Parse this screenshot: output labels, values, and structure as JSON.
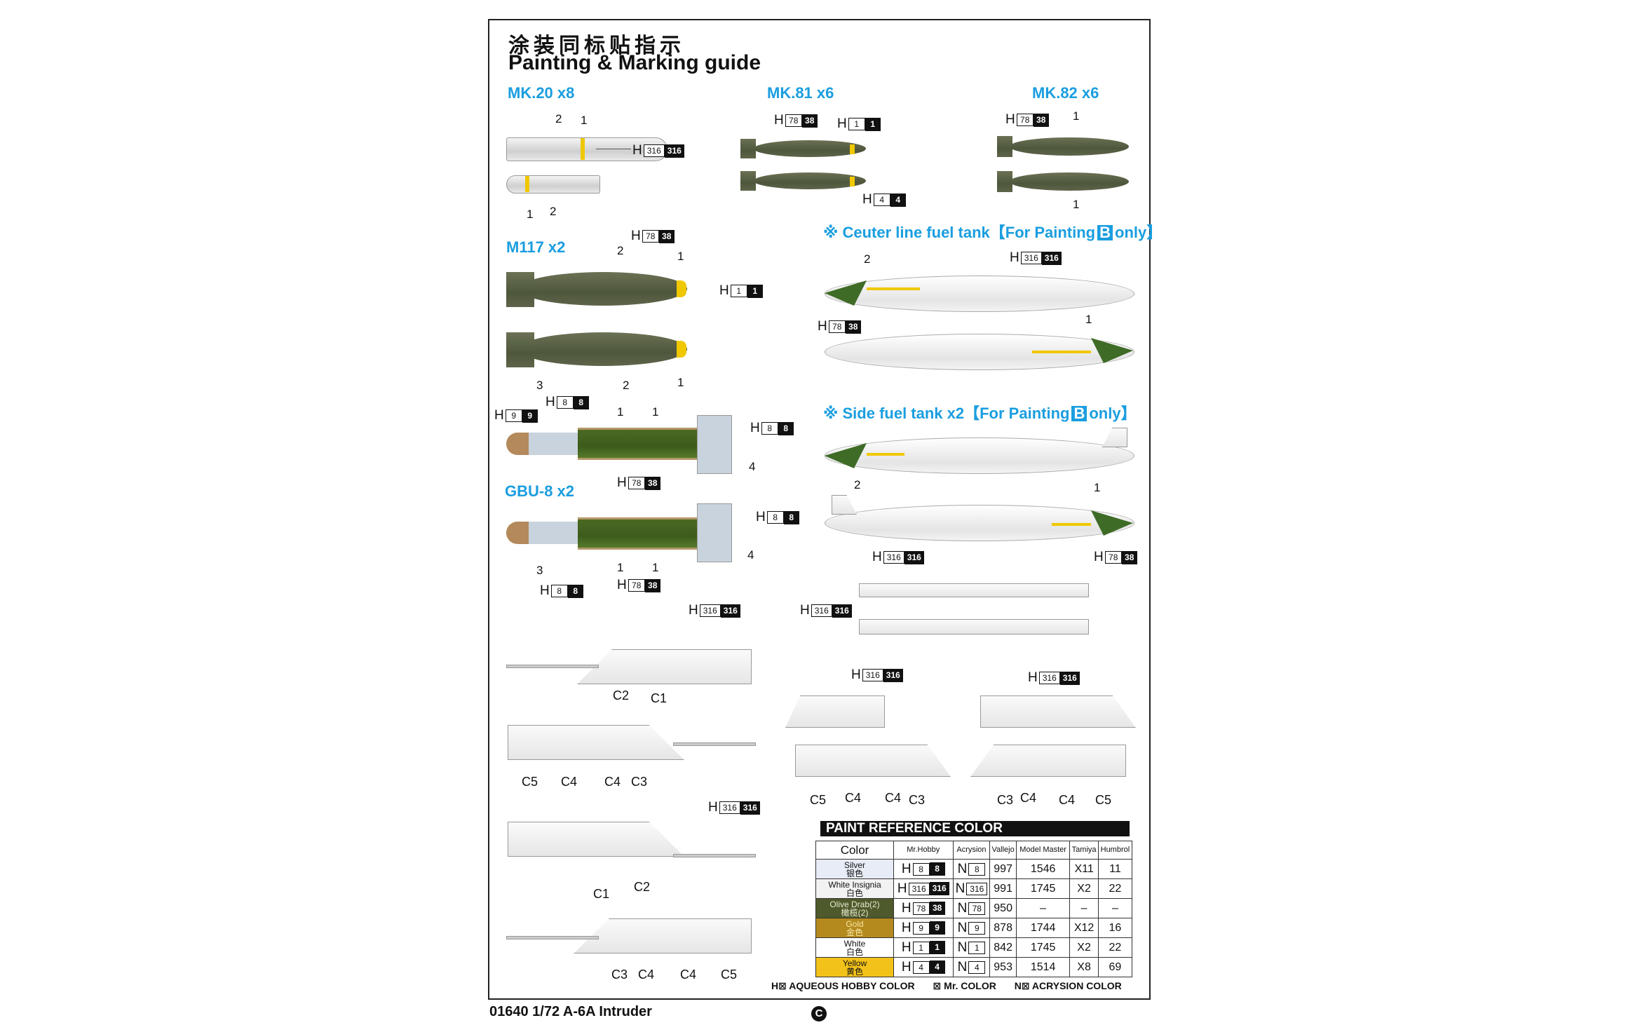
{
  "header": {
    "title_cn": "涂装同标贴指示",
    "title_en": "Painting & Marking guide"
  },
  "sections": {
    "mk20": "MK.20 x8",
    "mk81": "MK.81 x6",
    "mk82": "MK.82 x6",
    "m117": "M117 x2",
    "gbu8": "GBU-8 x2",
    "centerline_tank": {
      "prefix": "※ Ceuter line fuel tank【For Painting",
      "badge": "B",
      "suffix": "only】"
    },
    "side_tank": {
      "prefix": "※ Side fuel tank x2【For Painting",
      "badge": "B",
      "suffix": "only】"
    }
  },
  "codes": {
    "c316": {
      "prefix": "H",
      "white": "316",
      "black": "316"
    },
    "c78": {
      "prefix": "H",
      "white": "78",
      "black": "38"
    },
    "c1": {
      "prefix": "H",
      "white": "1",
      "black": "1"
    },
    "c4": {
      "prefix": "H",
      "white": "4",
      "black": "4"
    },
    "c8": {
      "prefix": "H",
      "white": "8",
      "black": "8"
    },
    "c9": {
      "prefix": "H",
      "white": "9",
      "black": "9"
    }
  },
  "callouts": {
    "n1": "1",
    "n2": "2",
    "n3": "3",
    "n4": "4",
    "C1": "C1",
    "C2": "C2",
    "C3": "C3",
    "C4": "C4",
    "C5": "C5"
  },
  "paint_table": {
    "title": "PAINT  REFERENCE COLOR",
    "headers": [
      "Color",
      "Mr.Hobby",
      "Acrysion",
      "Vallejo",
      "Model Master",
      "Tamiya",
      "Humbrol"
    ],
    "rows": [
      {
        "name": "Silver",
        "name_cn": "银色",
        "swatch": "#e8ecf6",
        "text": "#111111",
        "h_white": "8",
        "h_black": "8",
        "n": "8",
        "vallejo": "997",
        "model_master": "1546",
        "tamiya": "X11",
        "humbrol": "11"
      },
      {
        "name": "White Insignia",
        "name_cn": "白色",
        "swatch": "#f2f2f2",
        "text": "#111111",
        "h_white": "316",
        "h_black": "316",
        "n": "316",
        "vallejo": "991",
        "model_master": "1745",
        "tamiya": "X2",
        "humbrol": "22"
      },
      {
        "name": "Olive Drab(2)",
        "name_cn": "橄榄(2)",
        "swatch": "#4e5a2c",
        "text": "#e8e8d0",
        "h_white": "78",
        "h_black": "38",
        "n": "78",
        "vallejo": "950",
        "model_master": "–",
        "tamiya": "–",
        "humbrol": "–"
      },
      {
        "name": "Gold",
        "name_cn": "金色",
        "swatch": "#b48a1e",
        "text": "#f6e7a0",
        "h_white": "9",
        "h_black": "9",
        "n": "9",
        "vallejo": "878",
        "model_master": "1744",
        "tamiya": "X12",
        "humbrol": "16"
      },
      {
        "name": "White",
        "name_cn": "白色",
        "swatch": "#ffffff",
        "text": "#111111",
        "h_white": "1",
        "h_black": "1",
        "n": "1",
        "vallejo": "842",
        "model_master": "1745",
        "tamiya": "X2",
        "humbrol": "22"
      },
      {
        "name": "Yellow",
        "name_cn": "黄色",
        "swatch": "#f2c21a",
        "text": "#111111",
        "h_white": "4",
        "h_black": "4",
        "n": "4",
        "vallejo": "953",
        "model_master": "1514",
        "tamiya": "X8",
        "humbrol": "69"
      }
    ]
  },
  "legend": {
    "aqueous": "H⊠ AQUEOUS HOBBY COLOR",
    "mr_color": "⊠ Mr. COLOR",
    "acrysion": "N⊠ ACRYSION COLOR"
  },
  "footer": {
    "product": "01640 1/72 A-6A Intruder",
    "page_mark": "C"
  },
  "colors": {
    "accent_blue": "#1a9ee0",
    "olive": "#4e563c",
    "green": "#3e6b26",
    "yellow": "#f0c800"
  }
}
